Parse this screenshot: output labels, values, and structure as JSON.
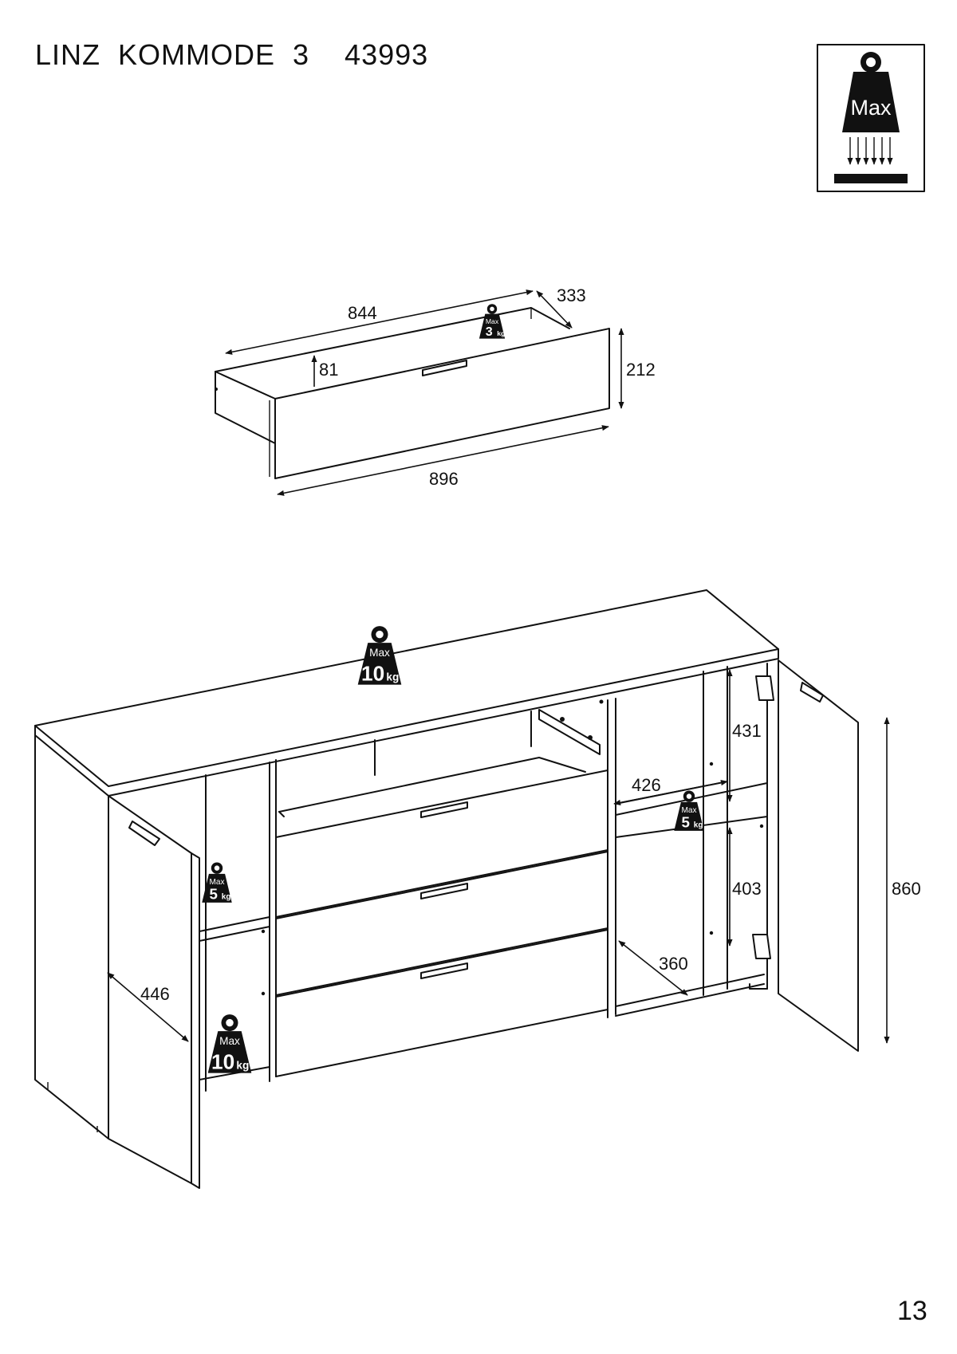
{
  "header": {
    "title": "LINZ  KOMMODE  3    43993",
    "page_number": "13"
  },
  "legend_icon": {
    "label": "Max"
  },
  "drawer_detail": {
    "dimensions": {
      "inner_length": "844",
      "depth": "333",
      "inner_height": "81",
      "front_height": "212",
      "front_width": "896"
    },
    "load": {
      "max_label": "Max",
      "value": "3",
      "unit": "kg"
    }
  },
  "cabinet": {
    "dimensions": {
      "compartment_height_upper": "431",
      "shelf_width": "426",
      "compartment_height_lower": "403",
      "inner_depth_right": "360",
      "inner_depth_left": "446",
      "total_height": "860"
    },
    "loads": {
      "top": {
        "max_label": "Max",
        "value": "10",
        "unit": "kg"
      },
      "right_shelf": {
        "max_label": "Max",
        "value": "5",
        "unit": "kg"
      },
      "left_shelf": {
        "max_label": "Max",
        "value": "5",
        "unit": "kg"
      },
      "left_bottom": {
        "max_label": "Max",
        "value": "10",
        "unit": "kg"
      }
    }
  }
}
